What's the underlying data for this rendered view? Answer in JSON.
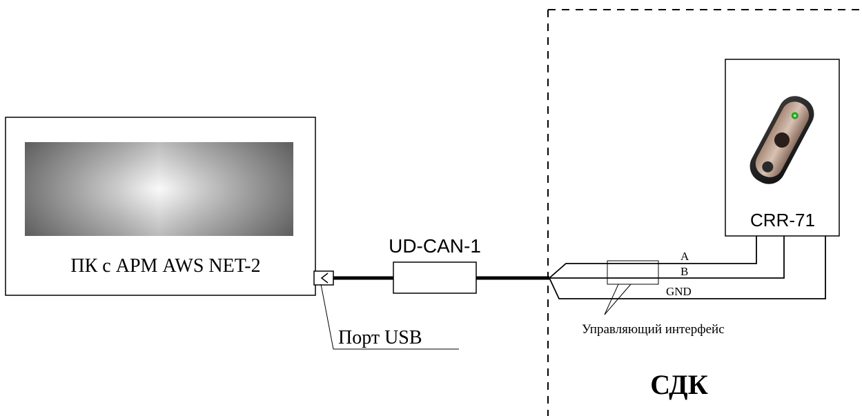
{
  "pc": {
    "label": "ПК с АРМ AWS NET-2"
  },
  "usb_port": {
    "label": "Порт USB"
  },
  "converter": {
    "label": "UD-CAN-1"
  },
  "reader": {
    "label": "CRR-71"
  },
  "interface": {
    "label": "Управляющий интерфейс"
  },
  "wires": {
    "a": "A",
    "b": "B",
    "gnd": "GND"
  },
  "zone": {
    "label": "СДК"
  }
}
